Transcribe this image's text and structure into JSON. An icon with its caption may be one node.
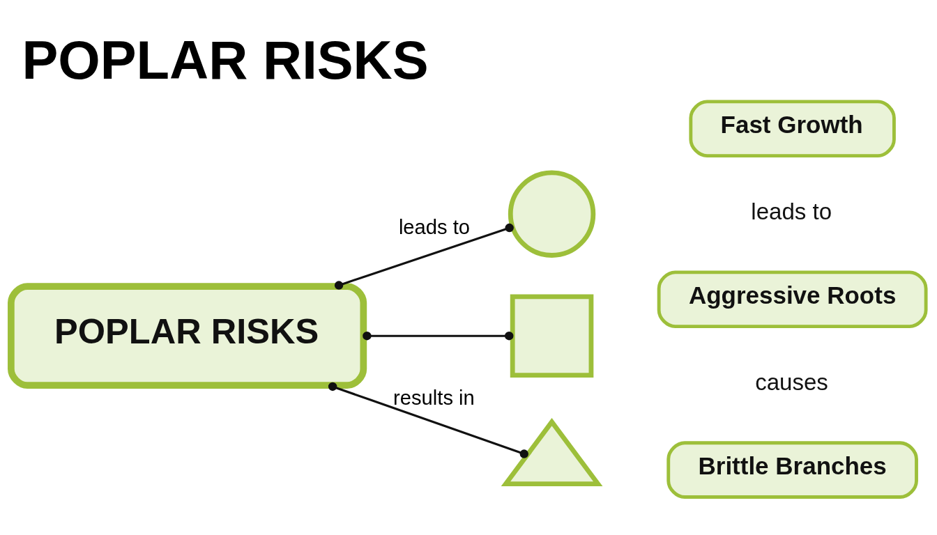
{
  "diagram": {
    "title": "POPLAR RISKS",
    "nodes": [
      {
        "text": [
          "POPLAR RISKS"
        ]
      },
      {
        "text": [],
        "shape": "circle"
      },
      {
        "text": [
          "Fast Growth"
        ]
      },
      {
        "text": [],
        "shape": "box"
      },
      {
        "text": [
          "Aggressive Roots"
        ]
      },
      {
        "text": [],
        "shape": "triangle"
      },
      {
        "text": [
          "Brittle Branches"
        ]
      }
    ],
    "edges": [
      {
        "from": 0,
        "to": 1,
        "arrow": "other",
        "label": "leads to"
      },
      {
        "from": 0,
        "to": 3,
        "arrow": "other"
      },
      {
        "from": 0,
        "to": 5,
        "arrow": "other",
        "label": "results in"
      }
    ],
    "labels": [
      "leads to",
      "causes"
    ]
  }
}
